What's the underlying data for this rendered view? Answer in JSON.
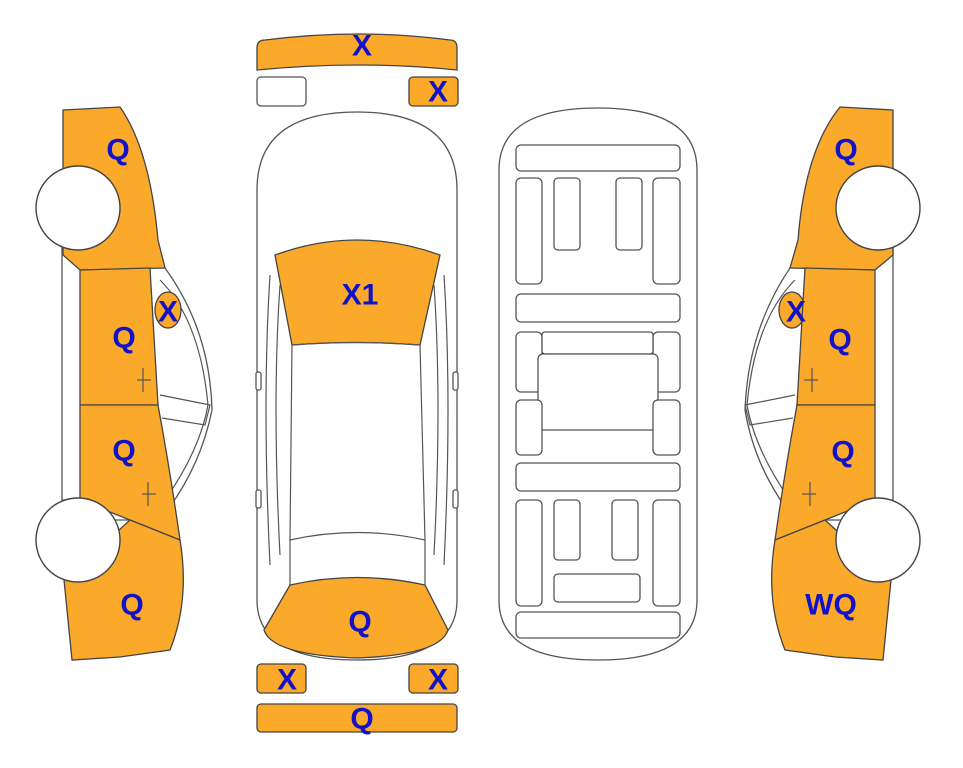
{
  "colors": {
    "damaged": "#FBA92A",
    "label": "#1212C8",
    "outline": "#555555"
  },
  "top": {
    "front_bumper": "X",
    "right_headlight": "X",
    "left_headlight": "",
    "hood": "X1",
    "trunk": "Q",
    "left_taillight": "X",
    "right_taillight": "X",
    "rear_bumper": "Q"
  },
  "left_side": {
    "front_fender": "Q",
    "mirror": "X",
    "front_door": "Q",
    "rear_door": "Q",
    "rear_quarter": "Q"
  },
  "right_side": {
    "front_fender": "Q",
    "mirror": "X",
    "front_door": "Q",
    "rear_door": "Q",
    "rear_quarter": "WQ"
  }
}
